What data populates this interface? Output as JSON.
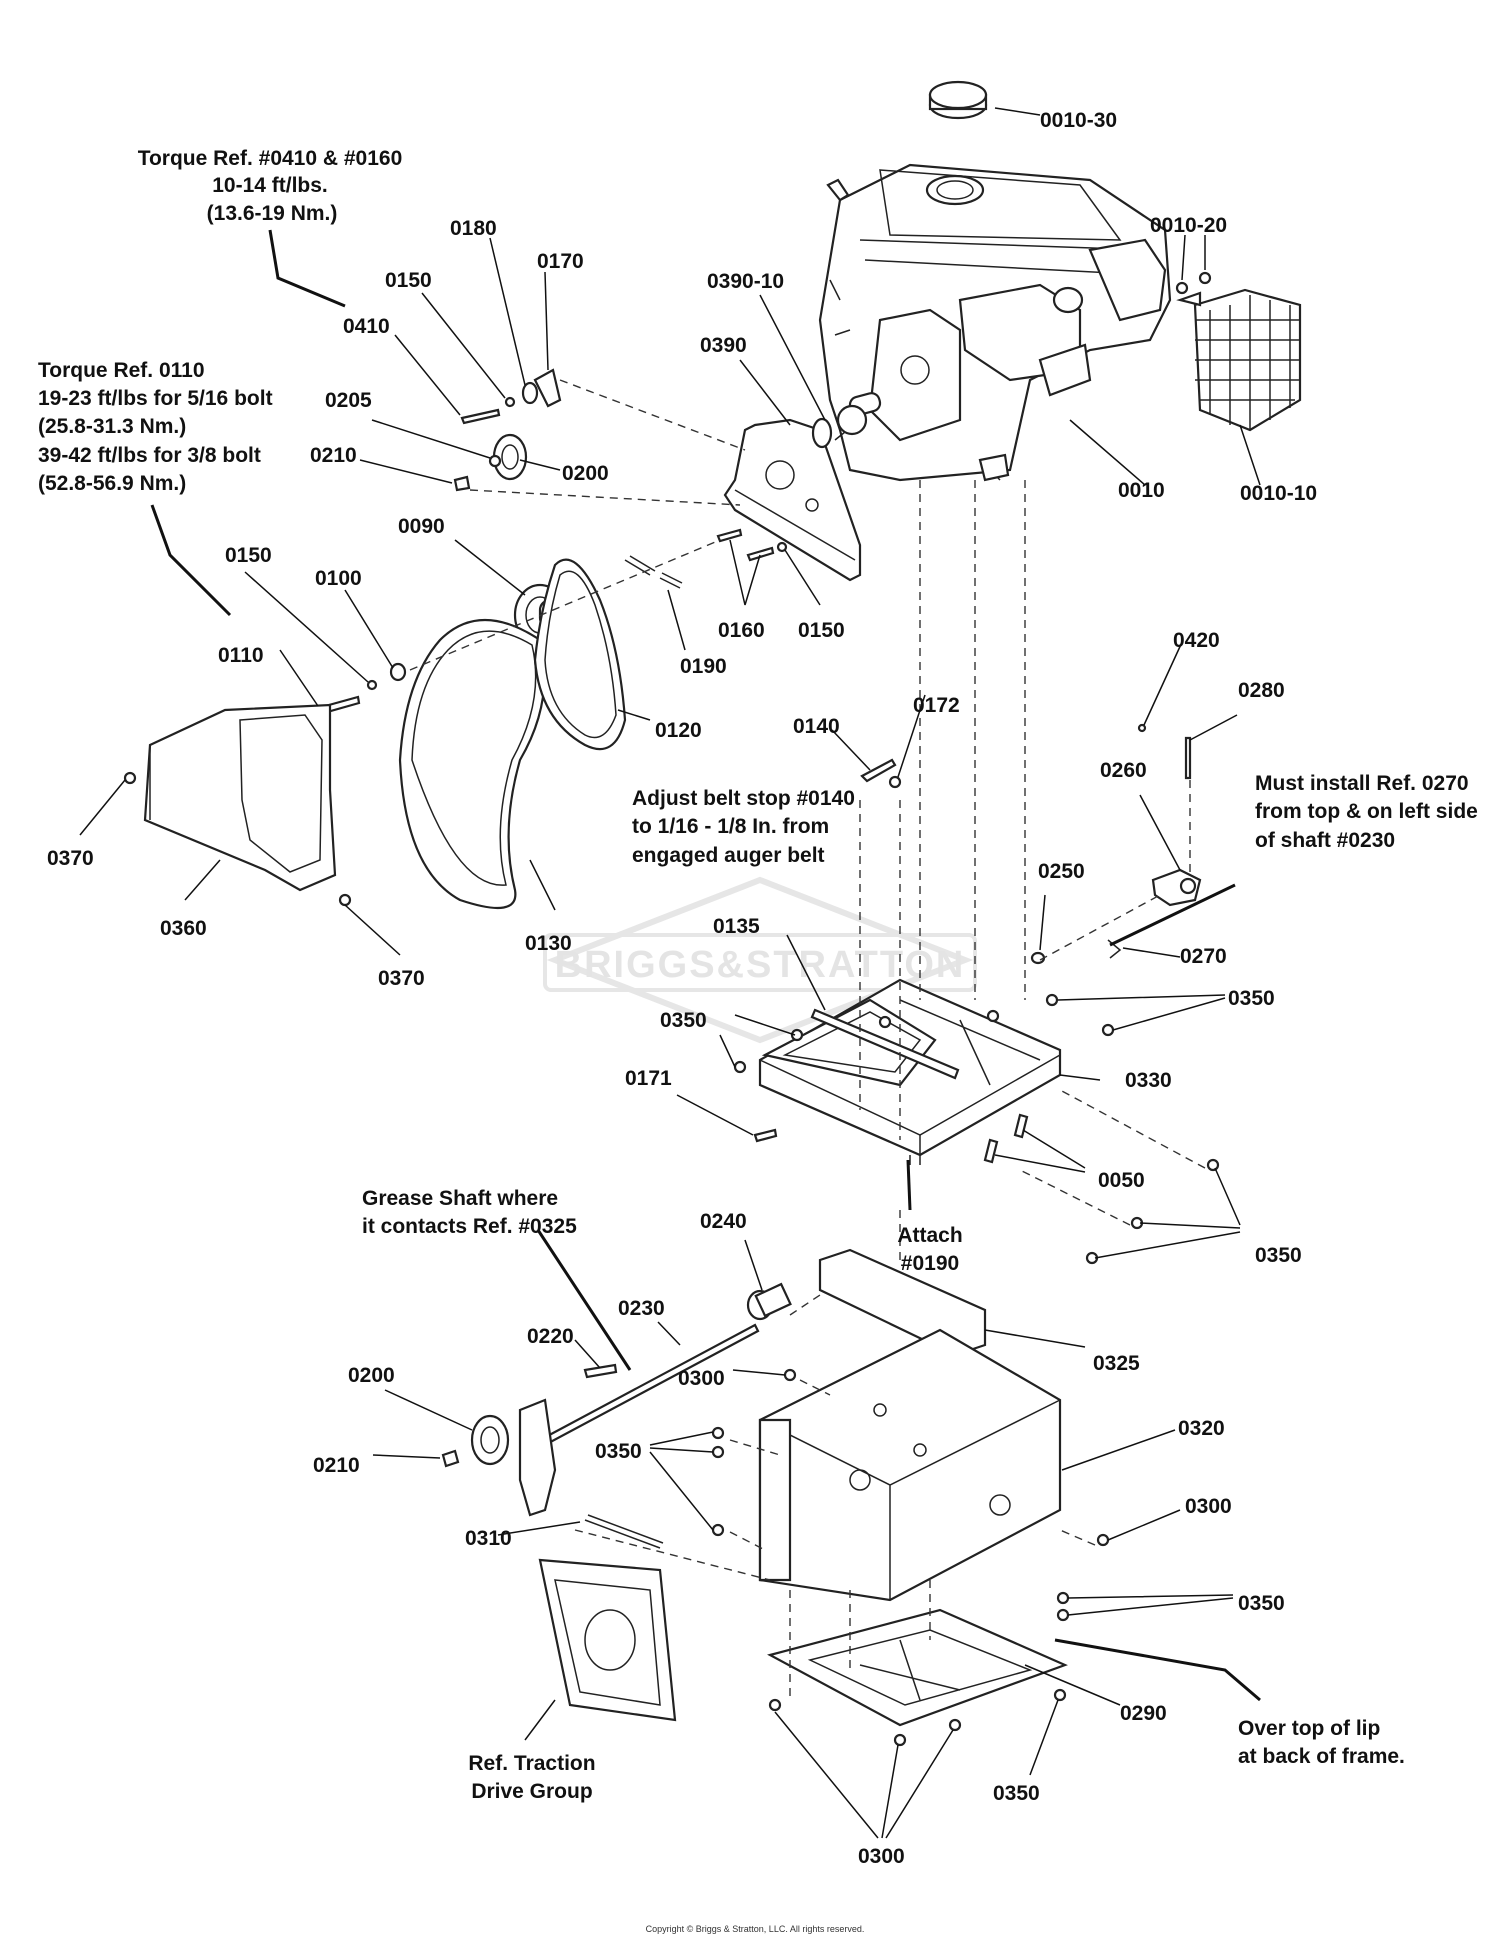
{
  "watermark": "BRIGGS&STRATTON",
  "copyright": "Copyright © Briggs & Stratton, LLC. All rights reserved.",
  "notes": {
    "torque_0410": [
      "Torque Ref. #0410 & #0160",
      "10-14 ft/lbs.",
      "(13.6-19 Nm.)"
    ],
    "torque_0110": [
      "Torque Ref. 0110",
      "19-23 ft/lbs for 5/16 bolt",
      "(25.8-31.3 Nm.)",
      "39-42 ft/lbs for 3/8 bolt",
      "(52.8-56.9 Nm.)"
    ],
    "belt_stop": [
      "Adjust belt stop #0140",
      "to 1/16 - 1/8 In. from",
      "engaged auger belt"
    ],
    "must_install": [
      "Must install Ref. 0270",
      "from top & on left side",
      "of shaft #0230"
    ],
    "attach": [
      "Attach",
      "#0190"
    ],
    "grease": [
      "Grease Shaft where",
      "it contacts Ref. #0325"
    ],
    "traction": [
      "Ref. Traction",
      "Drive Group"
    ],
    "over_top": [
      "Over top of lip",
      "at back of frame."
    ]
  },
  "labels": {
    "l0010_30": "0010-30",
    "l0010_20": "0010-20",
    "l0010_10": "0010-10",
    "l0010": "0010",
    "l0390_10": "0390-10",
    "l0390": "0390",
    "l0180": "0180",
    "l0170": "0170",
    "l0150a": "0150",
    "l0410": "0410",
    "l0205": "0205",
    "l0210a": "0210",
    "l0200a": "0200",
    "l0150b": "0150",
    "l0100": "0100",
    "l0090": "0090",
    "l0110": "0110",
    "l0190": "0190",
    "l0160": "0160",
    "l0150c": "0150",
    "l0120": "0120",
    "l0370a": "0370",
    "l0360": "0360",
    "l0370b": "0370",
    "l0130": "0130",
    "l0140": "0140",
    "l0172": "0172",
    "l0420": "0420",
    "l0280": "0280",
    "l0260": "0260",
    "l0250": "0250",
    "l0270": "0270",
    "l0135": "0135",
    "l0350a": "0350",
    "l0350b": "0350",
    "l0330": "0330",
    "l0171": "0171",
    "l0050": "0050",
    "l0350c": "0350",
    "l0240": "0240",
    "l0230": "0230",
    "l0220": "0220",
    "l0200b": "0200",
    "l0210b": "0210",
    "l0300a": "0300",
    "l0325": "0325",
    "l0350d": "0350",
    "l0320": "0320",
    "l0300b": "0300",
    "l0310": "0310",
    "l0350e": "0350",
    "l0290": "0290",
    "l0350f": "0350",
    "l0300c": "0300"
  }
}
